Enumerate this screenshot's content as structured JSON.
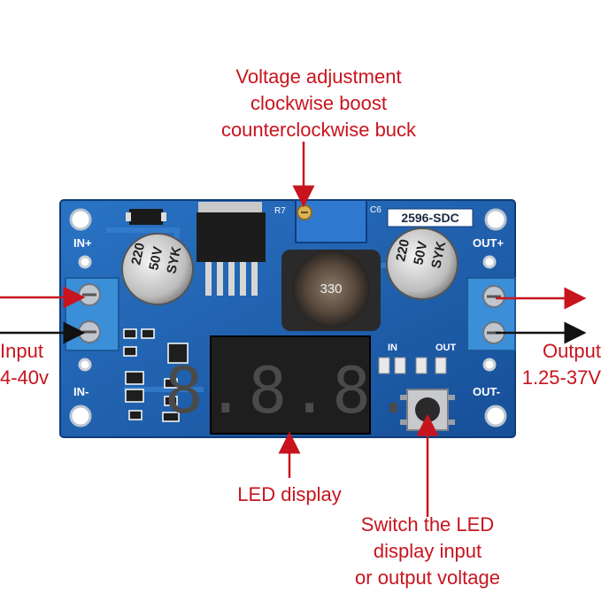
{
  "annotations": {
    "voltage_adjustment": [
      "Voltage adjustment",
      "clockwise boost",
      "counterclockwise buck"
    ],
    "input": [
      "Input",
      "4-40v"
    ],
    "output": [
      "Output",
      "1.25-37V"
    ],
    "led_display": "LED display",
    "switch": [
      "Switch the LED",
      "display input",
      "or output voltage"
    ]
  },
  "board": {
    "model_label": "2596-SDC",
    "in_plus": "IN+",
    "in_minus": "IN-",
    "out_plus": "OUT+",
    "out_minus": "OUT-",
    "capacitor_left": [
      "220",
      "50V",
      "SYK"
    ],
    "capacitor_right": [
      "220",
      "50V",
      "SYK"
    ],
    "inductor": "330",
    "led_in": "IN",
    "led_out": "OUT",
    "r7": "R7",
    "c6": "C6",
    "display_digits": "8.8.8."
  },
  "colors": {
    "annotation_red": "#c8141e",
    "pcb_blue": "#1c5fb0",
    "terminal_blue": "#3a8fd8"
  }
}
